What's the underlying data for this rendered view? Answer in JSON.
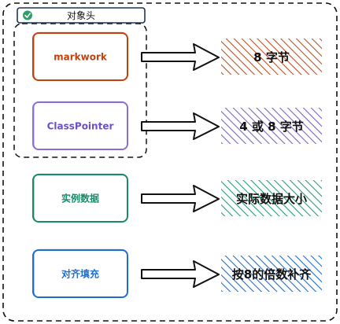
{
  "header": {
    "title": "对象头",
    "icon": "check-circle-icon",
    "icon_color": "#2e9e6b"
  },
  "rows": [
    {
      "id": "markwork",
      "label": "markwork",
      "label_color": "#c2410c",
      "stroke": "#c2410c",
      "fill": "#ffffff",
      "size_text": "8 字节",
      "hatch_color": "#b8532a"
    },
    {
      "id": "classpointer",
      "label": "ClassPointer",
      "label_color": "#6b4fc8",
      "stroke": "#8b6fd6",
      "fill": "#ffffff",
      "size_text": "4 或 8 字节",
      "hatch_color": "#7b63c9"
    },
    {
      "id": "instance-data",
      "label": "实例数据",
      "label_color": "#1a8a6a",
      "stroke": "#1a8a6a",
      "fill": "#ffffff",
      "size_text": "实际数据大小",
      "hatch_color": "#2a9d77"
    },
    {
      "id": "padding",
      "label": "对齐填充",
      "label_color": "#1f6fd1",
      "stroke": "#1f6fd1",
      "fill": "#ffffff",
      "size_text": "按8的倍数补齐",
      "hatch_color": "#1f6fd1"
    }
  ]
}
